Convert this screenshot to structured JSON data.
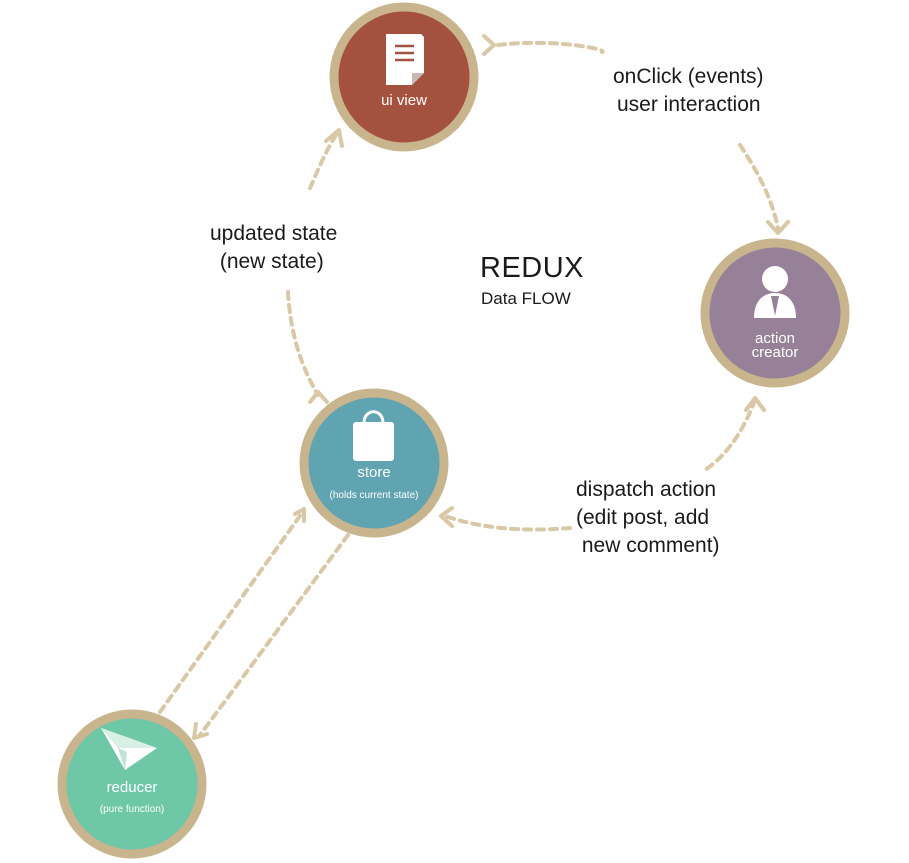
{
  "title": "REDUX",
  "subtitle": "Data FLOW",
  "nodes": {
    "ui_view": {
      "label": "ui view",
      "icon": "document-icon",
      "color": "#a5513f"
    },
    "action_creator": {
      "label_line1": "action",
      "label_line2": "creator",
      "icon": "person-icon",
      "color": "#978199"
    },
    "store": {
      "label": "store",
      "sublabel": "(holds current state)",
      "icon": "shopping-bag-icon",
      "color": "#60a4b1"
    },
    "reducer": {
      "label": "reducer",
      "sublabel": "(pure function)",
      "icon": "paper-plane-icon",
      "color": "#6ec7a6"
    }
  },
  "edges": {
    "onclick": {
      "line1": "onClick (events)",
      "line2": "user interaction"
    },
    "dispatch": {
      "line1": "dispatch action",
      "line2": "(edit post, add",
      "line3": " new comment)"
    },
    "updated": {
      "line1": "updated state",
      "line2": " (new state)"
    }
  },
  "colors": {
    "ring": "#c8b48d",
    "arrow": "#d9c8a6"
  }
}
